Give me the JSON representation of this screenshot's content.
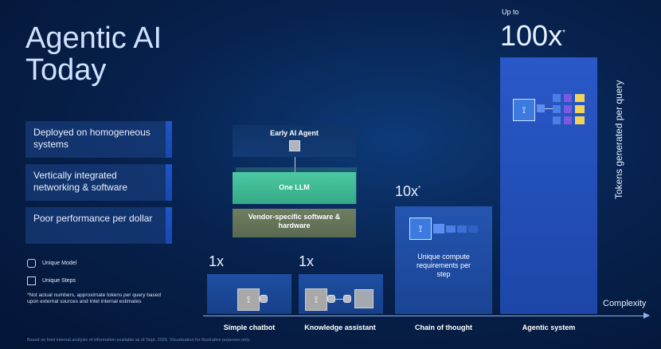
{
  "title": "Agentic AI Today",
  "features": [
    "Deployed on homogeneous systems",
    "Vertically integrated networking & software",
    "Poor performance per dollar"
  ],
  "legend": {
    "model": "Unique Model",
    "steps": "Unique Steps"
  },
  "note": "*Not actual numbers, approximate tokens per query based upon external sources and Intel internal estimates",
  "footer": "Based on Intel internal analysis of information available as of Sept. 2025. Visualization for illustrative purposes only.",
  "stack": {
    "early_agent": "Early AI Agent",
    "llm": "One LLM",
    "vendor": "Vendor-specific software & hardware"
  },
  "multipliers": {
    "chatbot": "1x",
    "assistant": "1x",
    "cot": "10x",
    "agentic_prefix": "Up to",
    "agentic": "100x",
    "star": "*"
  },
  "cot_label": "Unique compute requirements per step",
  "categories": [
    "Simple chatbot",
    "Knowledge assistant",
    "Chain of thought",
    "Agentic system"
  ],
  "axis": {
    "x": "Complexity",
    "y": "Tokens generated per query"
  },
  "colors": {
    "agent": "#3d7ae0",
    "llm": "#3fbf9a",
    "vendor": "#7b8a6a",
    "yellow": "#f2d35a",
    "purple": "#7a5ae0"
  },
  "icons": [
    "agent-icon",
    "node-icon",
    "arrow-down-icon"
  ]
}
